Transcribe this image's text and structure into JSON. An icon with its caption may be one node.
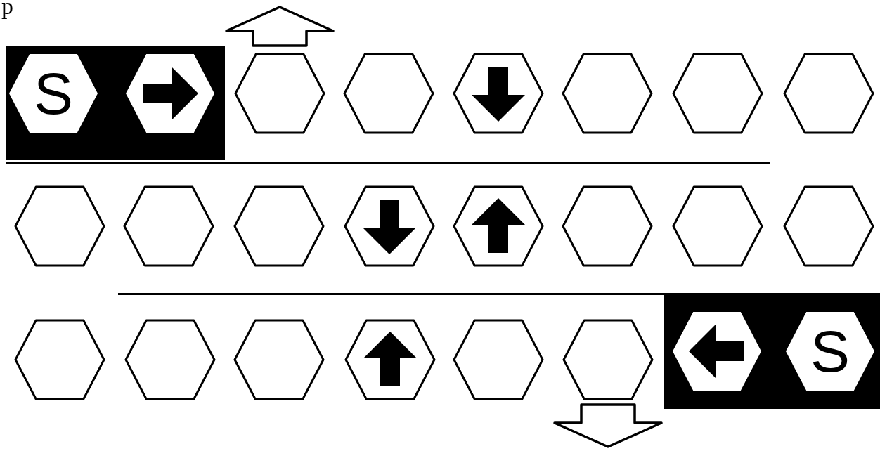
{
  "diagram": {
    "nodes": [
      {
        "text": [],
        "shape": "box"
      },
      {
        "text": [
          "S"
        ],
        "in": 0
      },
      {
        "text": [],
        "shape": "hexagon",
        "in": 0
      },
      {
        "text": [],
        "shape": "hexagon"
      },
      {
        "text": [],
        "shape": "hexagon"
      },
      {
        "text": [],
        "shape": "hexagon"
      },
      {
        "text": [],
        "shape": "hexagon"
      },
      {
        "text": [],
        "shape": "hexagon"
      },
      {
        "text": [],
        "shape": "hexagon"
      },
      {
        "text": [],
        "shape": "hexagon"
      },
      {
        "text": [],
        "shape": "hexagon"
      },
      {
        "text": [],
        "shape": "hexagon"
      },
      {
        "text": [],
        "shape": "hexagon"
      },
      {
        "text": [],
        "shape": "hexagon"
      },
      {
        "text": [],
        "shape": "hexagon"
      },
      {
        "text": [],
        "shape": "hexagon"
      },
      {
        "text": [],
        "shape": "hexagon"
      },
      {
        "text": [],
        "shape": "hexagon"
      },
      {
        "text": [],
        "shape": "hexagon"
      },
      {
        "text": [],
        "shape": "hexagon"
      },
      {
        "text": [],
        "shape": "hexagon"
      },
      {
        "text": [],
        "shape": "hexagon"
      },
      {
        "text": [],
        "shape": "hexagon"
      },
      {
        "text": [],
        "shape": "box"
      },
      {
        "text": [],
        "shape": "hexagon",
        "in": 23
      },
      {
        "text": [
          "S"
        ],
        "in": 23
      }
    ],
    "edges": [
      {
        "from": 3,
        "to": null,
        "arrow": "to"
      },
      {
        "from": 22,
        "to": null,
        "arrow": "to"
      }
    ],
    "labels": [
      "p"
    ]
  }
}
